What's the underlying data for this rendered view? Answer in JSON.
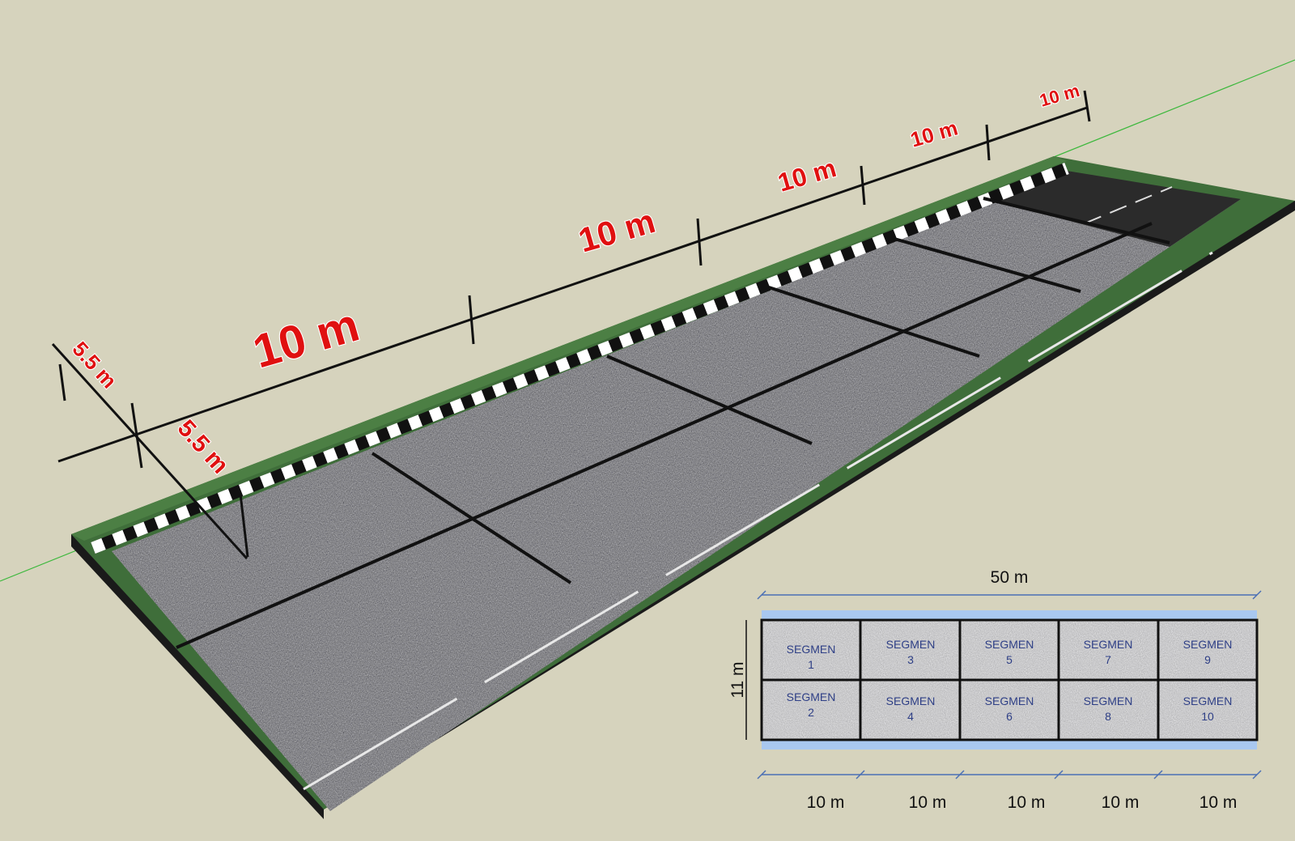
{
  "perspective": {
    "length_labels": [
      "10 m",
      "10 m",
      "10 m",
      "10 m",
      "10 m"
    ],
    "width_labels": [
      "5.5 m",
      "5.5 m"
    ]
  },
  "plan": {
    "total_length_label": "50 m",
    "width_label": "11 m",
    "segment_length_labels": [
      "10 m",
      "10 m",
      "10 m",
      "10 m",
      "10 m"
    ],
    "segment_word": "SEGMEN",
    "segments_top": [
      "1",
      "3",
      "5",
      "7",
      "9"
    ],
    "segments_bottom": [
      "2",
      "4",
      "6",
      "8",
      "10"
    ]
  },
  "colors": {
    "background": "#d6d3bd",
    "grass": "#3f6e3a",
    "asphalt": "#6b6b6b",
    "dark_asphalt": "#2b2b2b",
    "dimension_text": "#e01010",
    "segment_text": "#2e3f86",
    "axis_line": "#3cb83c",
    "plan_edge": "#a9c8f0"
  }
}
